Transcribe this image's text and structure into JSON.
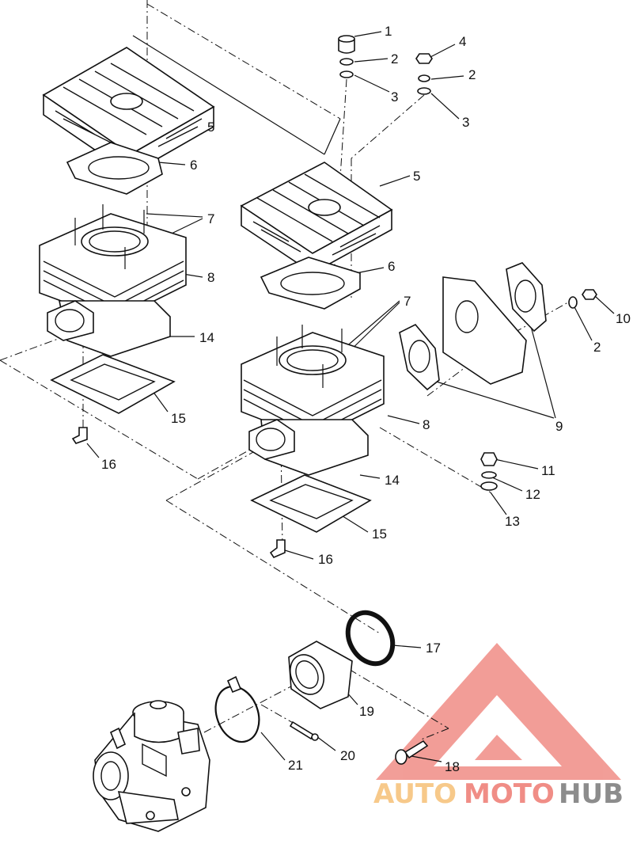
{
  "diagram": {
    "callouts": [
      {
        "id": "c1",
        "text": "1"
      },
      {
        "id": "c2a",
        "text": "2"
      },
      {
        "id": "c3a",
        "text": "3"
      },
      {
        "id": "c4",
        "text": "4"
      },
      {
        "id": "c2b",
        "text": "2"
      },
      {
        "id": "c3b",
        "text": "3"
      },
      {
        "id": "c5a",
        "text": "5"
      },
      {
        "id": "c6a",
        "text": "6"
      },
      {
        "id": "c7a",
        "text": "7"
      },
      {
        "id": "c8a",
        "text": "8"
      },
      {
        "id": "c14a",
        "text": "14"
      },
      {
        "id": "c15a",
        "text": "15"
      },
      {
        "id": "c16a",
        "text": "16"
      },
      {
        "id": "c5b",
        "text": "5"
      },
      {
        "id": "c6b",
        "text": "6"
      },
      {
        "id": "c7b",
        "text": "7"
      },
      {
        "id": "c8b",
        "text": "8"
      },
      {
        "id": "c14b",
        "text": "14"
      },
      {
        "id": "c15b",
        "text": "15"
      },
      {
        "id": "c16b",
        "text": "16"
      },
      {
        "id": "c10",
        "text": "10"
      },
      {
        "id": "c2c",
        "text": "2"
      },
      {
        "id": "c9",
        "text": "9"
      },
      {
        "id": "c11",
        "text": "11"
      },
      {
        "id": "c12",
        "text": "12"
      },
      {
        "id": "c13",
        "text": "13"
      },
      {
        "id": "c17",
        "text": "17"
      },
      {
        "id": "c19",
        "text": "19"
      },
      {
        "id": "c20",
        "text": "20"
      },
      {
        "id": "c21",
        "text": "21"
      },
      {
        "id": "c18",
        "text": "18"
      }
    ]
  },
  "watermark": {
    "part1": "AUTO",
    "part2": "MOTO",
    "part3": "HUB",
    "color_light": "#f7c98a",
    "color_red": "#f08d86",
    "color_gray": "#8c8c8c"
  }
}
